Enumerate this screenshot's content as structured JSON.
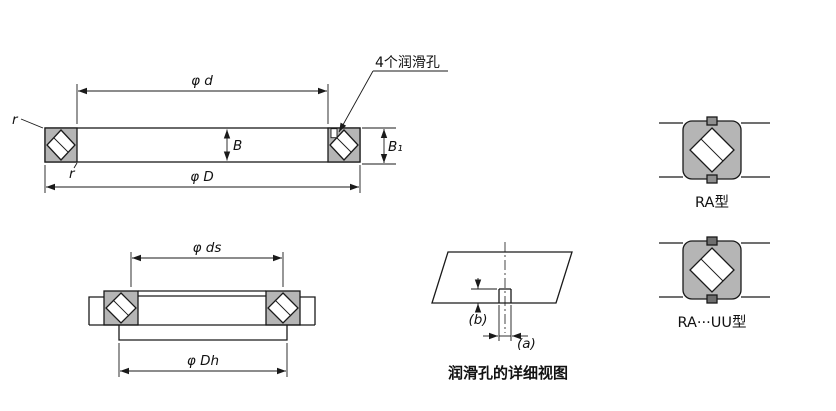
{
  "figure": {
    "background": "#ffffff",
    "line_color": "#1a1a1a",
    "fill_gray": "#b5b5b5"
  },
  "main_view": {
    "note_lube_holes": "4个润滑孔",
    "dim_inner_diameter": "φ d",
    "dim_outer_diameter": "φ D",
    "dim_width": "B",
    "dim_width_seal": "B₁",
    "dim_chamfer_top": "r",
    "dim_chamfer_bottom": "r"
  },
  "mount_view": {
    "dim_shaft_shoulder": "φ ds",
    "dim_housing_shoulder": "φ Dh"
  },
  "detail_view": {
    "dim_hole_diameter": "(a)",
    "dim_hole_depth": "(b)",
    "caption": "润滑孔的详细视图"
  },
  "type_legend": {
    "ra_label": "RA型",
    "ra_uu_label": "RA···UU型"
  }
}
